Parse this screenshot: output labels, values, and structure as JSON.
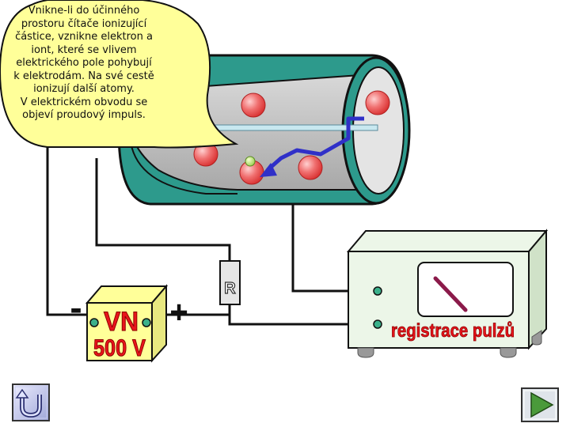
{
  "callout": {
    "text": "Vnikne-li do účinného\nprostoru čítače ionizující\nčástice, vznikne elektron a\niont, které se vlivem\nelektrického pole pohybují\nk elektrodám. Na své cestě\nionizují další atomy.\nV elektrickém obvodu se\nobjeví proudový impuls."
  },
  "power_supply": {
    "label_line1": "VN",
    "label_line2": "500 V",
    "minus_sign": "-",
    "plus_sign": "+"
  },
  "resistor": {
    "label": "R"
  },
  "register": {
    "label": "registrace pulzů"
  },
  "colors": {
    "callout_fill": "#ffff99",
    "tube_body": "#2d9a8c",
    "box_fill": "#ffff99",
    "label_red": "#e8141b",
    "meter_needle": "#8b1a4a",
    "electron_blue": "#3030c8",
    "ion_red": "#f07070"
  }
}
